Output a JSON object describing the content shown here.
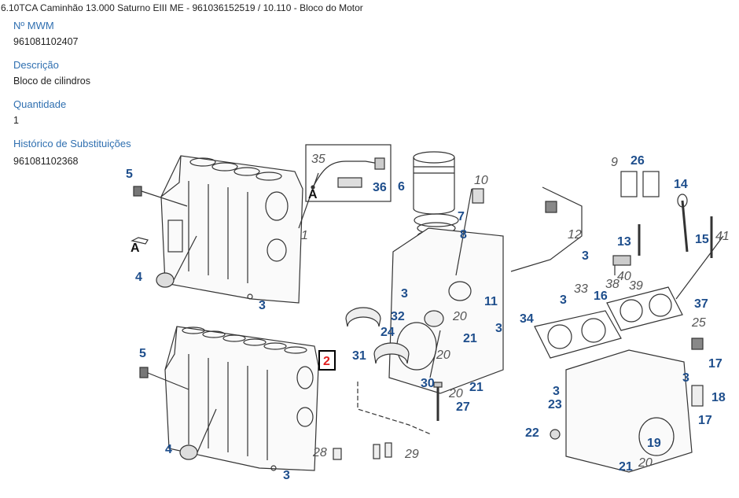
{
  "breadcrumb": {
    "model": "6.10TCA Caminhão 13.000 Saturno EIII ME - 961036152519",
    "separator": "/",
    "section": "10.110 - Bloco do Motor"
  },
  "details": {
    "mwm_label": "Nº MWM",
    "mwm_value": "961081102407",
    "description_label": "Descrição",
    "description_value": "Bloco de cilindros",
    "quantity_label": "Quantidade",
    "quantity_value": "1",
    "history_label": "Histórico de Substituições",
    "history_value": "961081102368"
  },
  "colors": {
    "accent": "#2f6fb0",
    "callout_blue": "#1e4e8c",
    "callout_gray": "#555555",
    "selected": "#e02020",
    "line": "#333333"
  },
  "diagram": {
    "selected_callout": "2",
    "callouts": [
      {
        "label": "5",
        "style": "major"
      },
      {
        "label": "A",
        "style": "letter"
      },
      {
        "label": "4",
        "style": "major"
      },
      {
        "label": "3",
        "style": "major"
      },
      {
        "label": "1",
        "style": "minor"
      },
      {
        "label": "5",
        "style": "major"
      },
      {
        "label": "4",
        "style": "major"
      },
      {
        "label": "3",
        "style": "major"
      },
      {
        "label": "2",
        "style": "selected"
      },
      {
        "label": "35",
        "style": "minor"
      },
      {
        "label": "36",
        "style": "major"
      },
      {
        "label": "A",
        "style": "letter"
      },
      {
        "label": "6",
        "style": "major"
      },
      {
        "label": "7",
        "style": "major"
      },
      {
        "label": "8",
        "style": "major"
      },
      {
        "label": "10",
        "style": "minor"
      },
      {
        "label": "3",
        "style": "major"
      },
      {
        "label": "11",
        "style": "major"
      },
      {
        "label": "32",
        "style": "major"
      },
      {
        "label": "20",
        "style": "minor"
      },
      {
        "label": "3",
        "style": "major"
      },
      {
        "label": "24",
        "style": "major"
      },
      {
        "label": "21",
        "style": "major"
      },
      {
        "label": "31",
        "style": "major"
      },
      {
        "label": "20",
        "style": "minor"
      },
      {
        "label": "30",
        "style": "major"
      },
      {
        "label": "20",
        "style": "minor"
      },
      {
        "label": "21",
        "style": "major"
      },
      {
        "label": "27",
        "style": "major"
      },
      {
        "label": "28",
        "style": "minor"
      },
      {
        "label": "29",
        "style": "minor"
      },
      {
        "label": "9",
        "style": "minor"
      },
      {
        "label": "26",
        "style": "major"
      },
      {
        "label": "14",
        "style": "major"
      },
      {
        "label": "12",
        "style": "minor"
      },
      {
        "label": "13",
        "style": "major"
      },
      {
        "label": "15",
        "style": "major"
      },
      {
        "label": "41",
        "style": "minor"
      },
      {
        "label": "3",
        "style": "major"
      },
      {
        "label": "33",
        "style": "minor"
      },
      {
        "label": "3",
        "style": "major"
      },
      {
        "label": "40",
        "style": "minor"
      },
      {
        "label": "38",
        "style": "minor"
      },
      {
        "label": "39",
        "style": "minor"
      },
      {
        "label": "16",
        "style": "major"
      },
      {
        "label": "37",
        "style": "major"
      },
      {
        "label": "34",
        "style": "major"
      },
      {
        "label": "25",
        "style": "minor"
      },
      {
        "label": "17",
        "style": "major"
      },
      {
        "label": "3",
        "style": "major"
      },
      {
        "label": "18",
        "style": "major"
      },
      {
        "label": "3",
        "style": "major"
      },
      {
        "label": "23",
        "style": "major"
      },
      {
        "label": "17",
        "style": "major"
      },
      {
        "label": "22",
        "style": "major"
      },
      {
        "label": "19",
        "style": "major"
      },
      {
        "label": "21",
        "style": "major"
      },
      {
        "label": "20",
        "style": "minor"
      }
    ]
  }
}
